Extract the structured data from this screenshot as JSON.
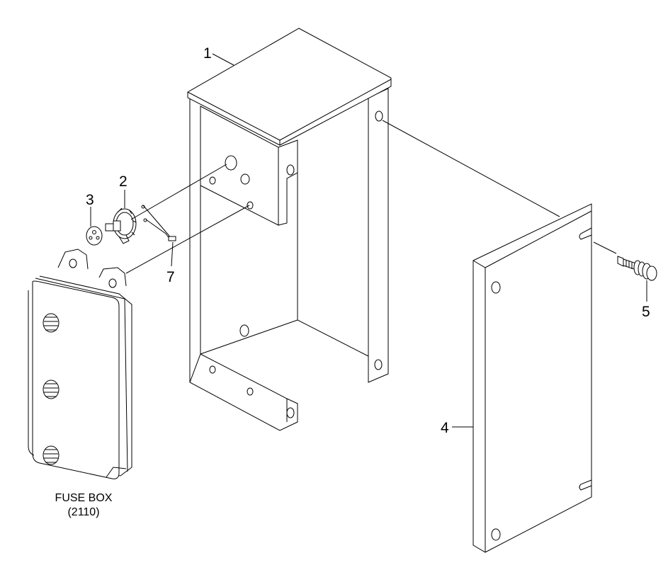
{
  "callouts": {
    "c1": "1",
    "c2": "2",
    "c3": "3",
    "c4": "4",
    "c5": "5",
    "c7": "7"
  },
  "fuse_box": {
    "title": "FUSE BOX",
    "code": "(2110)"
  },
  "colors": {
    "line": "#000000",
    "background": "#ffffff"
  }
}
